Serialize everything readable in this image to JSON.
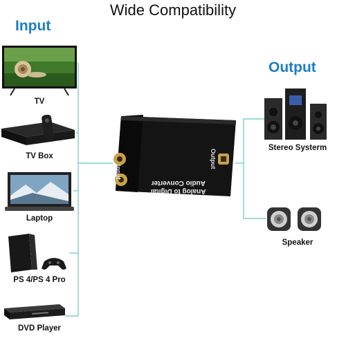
{
  "title": "Wide Compatibility",
  "input_heading": "Input",
  "output_heading": "Output",
  "inputs": [
    "TV",
    "TV Box",
    "Laptop",
    "PS 4/PS 4 Pro",
    "DVD Player"
  ],
  "outputs": [
    "Stereo Systerm",
    "Speaker"
  ],
  "converter": {
    "input_label": "Input",
    "output_label": "Output",
    "name_line1": "Analog to Digital",
    "name_line2": "Audio Converter"
  },
  "colors": {
    "heading": "#1a7fc4",
    "connector": "#7fcfc5"
  }
}
